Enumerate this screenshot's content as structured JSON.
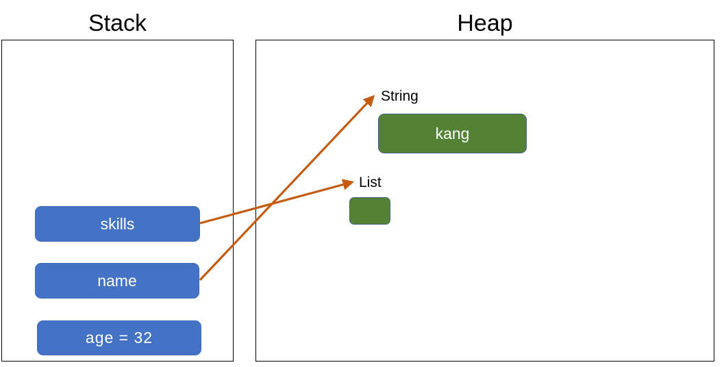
{
  "diagram": {
    "title": "Stack and Heap memory reference diagram",
    "colors": {
      "variable_box": "#4472C4",
      "object_box": "#548235",
      "arrow": "#C55A11",
      "region_border": "#000000",
      "background": "#FFFFFF",
      "box_text": "#FFFFFF",
      "label_text": "#000000"
    }
  },
  "stack": {
    "title": "Stack",
    "variables": [
      {
        "label": "skills"
      },
      {
        "label": "name"
      },
      {
        "label": "age = 32"
      }
    ]
  },
  "heap": {
    "title": "Heap",
    "objects": [
      {
        "type_label": "String",
        "value": "kang"
      },
      {
        "type_label": "List",
        "value": ""
      }
    ]
  },
  "arrows": [
    {
      "from": "skills",
      "to": "List",
      "color": "#C55A11"
    },
    {
      "from": "name",
      "to": "String",
      "color": "#C55A11"
    }
  ]
}
